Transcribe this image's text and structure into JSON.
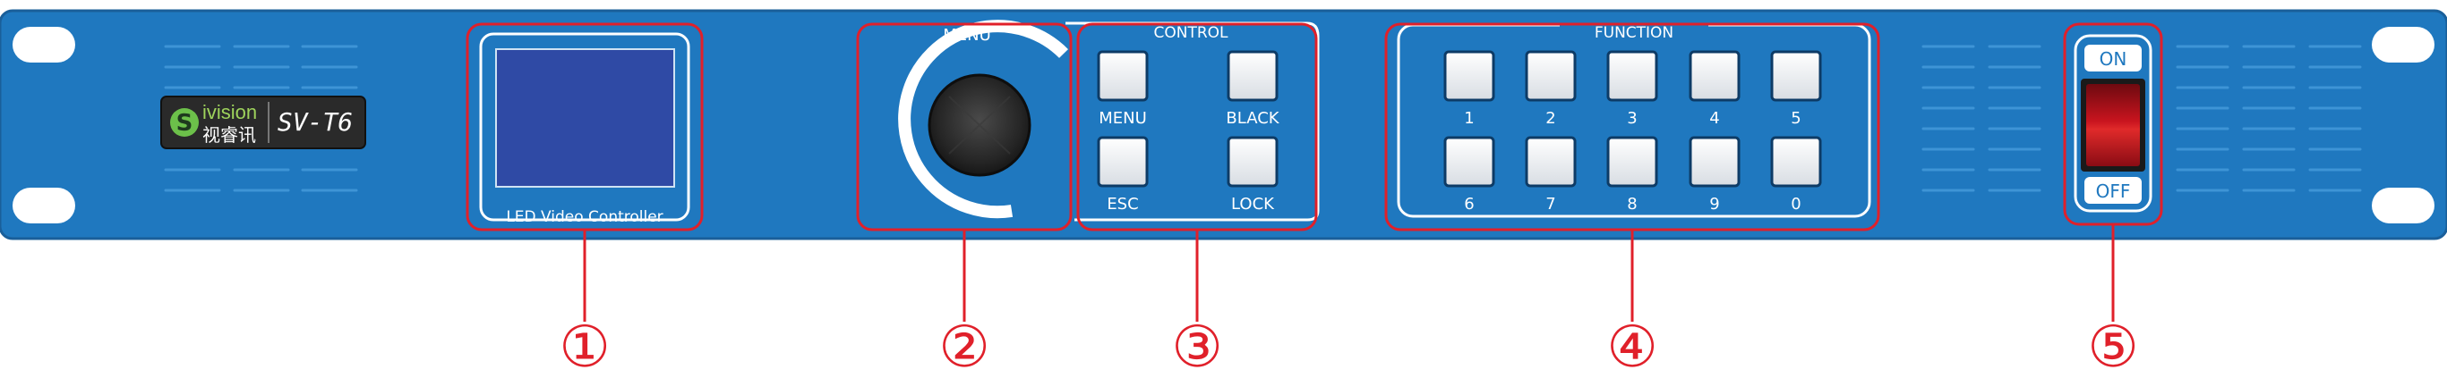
{
  "brand": {
    "logo_text": "ivision",
    "logo_cn": "视睿讯",
    "model": "SV-T6"
  },
  "lcd": {
    "caption": "LED Video Controller"
  },
  "knob": {
    "label": "MENU"
  },
  "control": {
    "title": "CONTROL",
    "buttons": [
      "MENU",
      "BLACK",
      "ESC",
      "LOCK"
    ]
  },
  "function": {
    "title": "FUNCTION",
    "buttons": [
      "1",
      "2",
      "3",
      "4",
      "5",
      "6",
      "7",
      "8",
      "9",
      "0"
    ]
  },
  "power": {
    "on_label": "ON",
    "off_label": "OFF"
  },
  "callouts": [
    "①",
    "②",
    "③",
    "④",
    "⑤"
  ],
  "colors": {
    "panel": "#1f78bf",
    "panel_edge": "#1a5f9a",
    "lcd": "#2f4aa5",
    "highlight": "#e0202a",
    "switch_red": "#b5121b"
  }
}
